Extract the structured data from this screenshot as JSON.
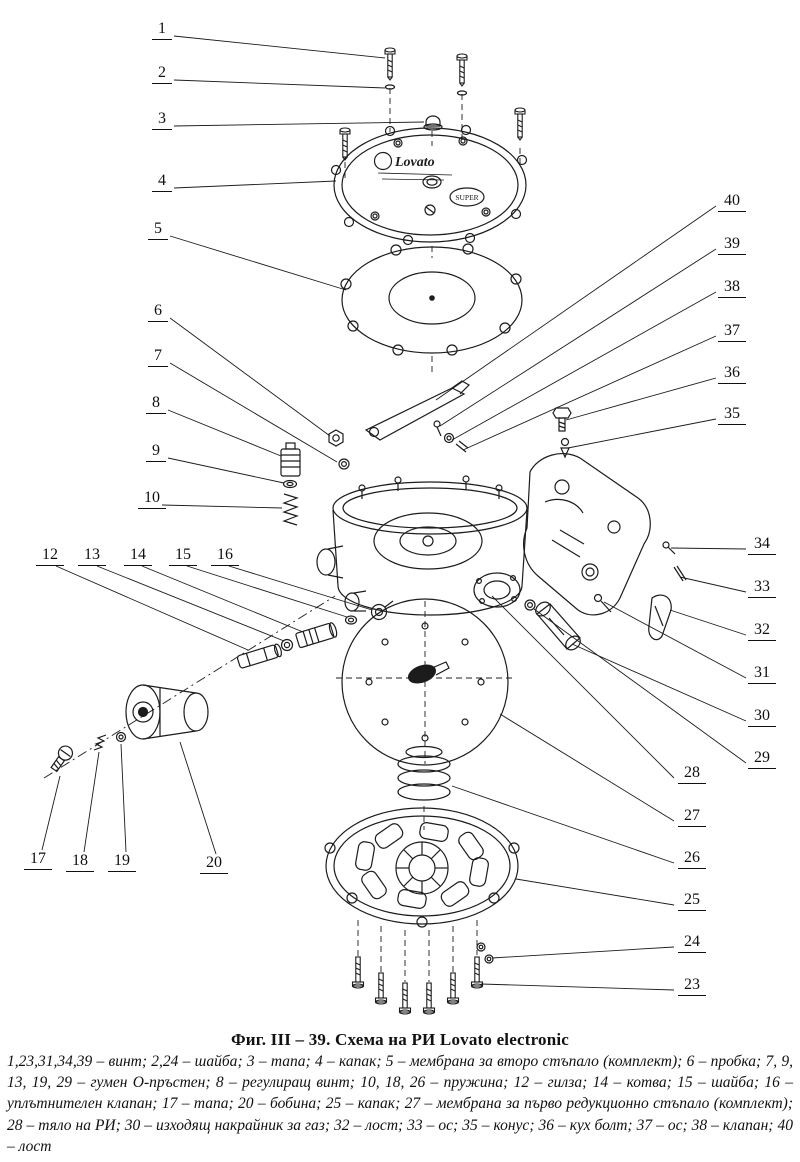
{
  "figure": {
    "caption": "Фиг. III – 39. Схема на РИ Lovato electronic"
  },
  "drawing_text": {
    "logo": "Lovato",
    "badge": "SUPER"
  },
  "labels": [
    "1",
    "2",
    "3",
    "4",
    "5",
    "6",
    "7",
    "8",
    "9",
    "10",
    "12",
    "13",
    "14",
    "15",
    "16",
    "17",
    "18",
    "19",
    "20",
    "40",
    "39",
    "38",
    "37",
    "36",
    "35",
    "34",
    "33",
    "32",
    "31",
    "30",
    "29",
    "28",
    "27",
    "26",
    "25",
    "24",
    "23"
  ],
  "parts_list": [
    {
      "nums": "1,23,31,34,39",
      "name": "винт"
    },
    {
      "nums": "2,24",
      "name": "шайба"
    },
    {
      "nums": "3",
      "name": "тапа"
    },
    {
      "nums": "4",
      "name": "капак"
    },
    {
      "nums": "5",
      "name": "мембрана за второ стъпало (комплект)"
    },
    {
      "nums": "6",
      "name": "пробка"
    },
    {
      "nums": "7, 9, 13, 19, 29",
      "name": "гумен О-пръстен"
    },
    {
      "nums": "8",
      "name": "регулиращ винт"
    },
    {
      "nums": "10, 18, 26",
      "name": "пружина"
    },
    {
      "nums": "12",
      "name": "гилза"
    },
    {
      "nums": "14",
      "name": "котва"
    },
    {
      "nums": "15",
      "name": "шайба"
    },
    {
      "nums": "16",
      "name": "уплътнителен клапан"
    },
    {
      "nums": "17",
      "name": "тапа"
    },
    {
      "nums": "20",
      "name": "бобина"
    },
    {
      "nums": "25",
      "name": "капак"
    },
    {
      "nums": "27",
      "name": "мембрана за първо редукционно стъпало (комплект)"
    },
    {
      "nums": "28",
      "name": "тяло на РИ"
    },
    {
      "nums": "30",
      "name": "изходящ накрайник за газ"
    },
    {
      "nums": "32",
      "name": "лост"
    },
    {
      "nums": "33",
      "name": "ос"
    },
    {
      "nums": "35",
      "name": "конус"
    },
    {
      "nums": "36",
      "name": "кух болт"
    },
    {
      "nums": "37",
      "name": "ос"
    },
    {
      "nums": "38",
      "name": "клапан"
    },
    {
      "nums": "40",
      "name": "лост"
    }
  ]
}
